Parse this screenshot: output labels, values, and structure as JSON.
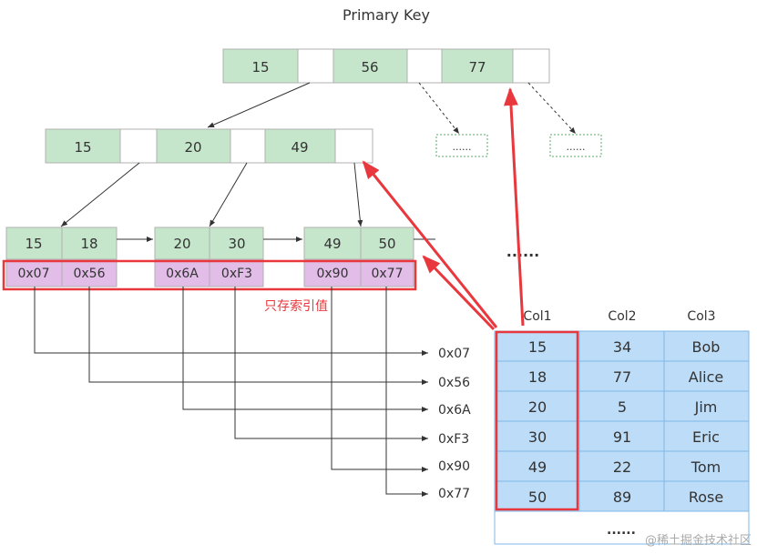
{
  "title": "Primary Key",
  "root_keys": [
    "15",
    "56",
    "77"
  ],
  "level2_keys": [
    "15",
    "20",
    "49"
  ],
  "ellipsis_small": "......",
  "leaves": [
    {
      "keys": [
        "15",
        "18"
      ],
      "addrs": [
        "0x07",
        "0x56"
      ]
    },
    {
      "keys": [
        "20",
        "30"
      ],
      "addrs": [
        "0x6A",
        "0xF3"
      ]
    },
    {
      "keys": [
        "49",
        "50"
      ],
      "addrs": [
        "0x90",
        "0x77"
      ]
    }
  ],
  "leaf_ellipsis": "......",
  "annotation": "只存索引值",
  "address_list": [
    "0x07",
    "0x56",
    "0x6A",
    "0xF3",
    "0x90",
    "0x77"
  ],
  "table": {
    "headers": [
      "Col1",
      "Col2",
      "Col3"
    ],
    "rows": [
      [
        "15",
        "34",
        "Bob"
      ],
      [
        "18",
        "77",
        "Alice"
      ],
      [
        "20",
        "5",
        "Jim"
      ],
      [
        "30",
        "91",
        "Eric"
      ],
      [
        "49",
        "22",
        "Tom"
      ],
      [
        "50",
        "89",
        "Rose"
      ]
    ],
    "footer": "......"
  },
  "watermark": "@稀土掘金技术社区",
  "colors": {
    "key_green": "#c6e6cc",
    "addr_purple": "#e2bde8",
    "table_blue": "#bcdcf7",
    "highlight_red": "#e8383d"
  }
}
